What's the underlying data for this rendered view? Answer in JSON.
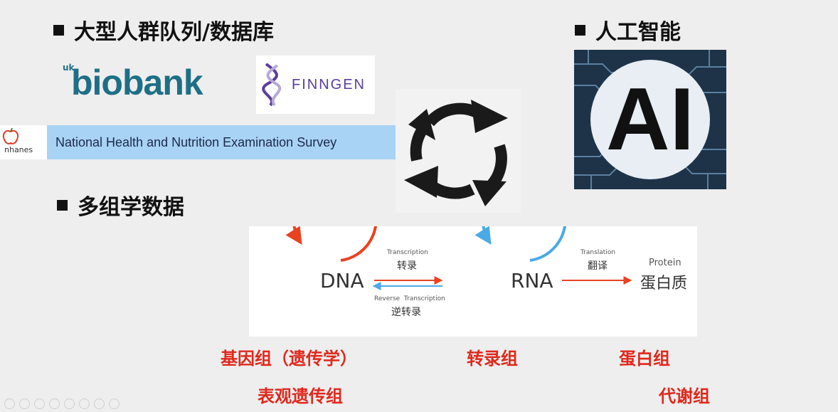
{
  "section_cohorts": {
    "title": "大型人群队列/数据库"
  },
  "section_ai": {
    "title": "人工智能",
    "image_text": "AI"
  },
  "section_omics": {
    "title": "多组学数据"
  },
  "logos": {
    "biobank_prefix": "uk",
    "biobank": "biobank",
    "finngen": "FINNGEN",
    "nhanes_short": "nhanes",
    "nhanes_full": "National Health and Nutrition Examination Survey"
  },
  "dogma": {
    "dna": "DNA",
    "rna": "RNA",
    "protein_en": "Protein",
    "protein_cn": "蛋白质",
    "transcription_en": "Transcription",
    "transcription_cn": "转录",
    "reverse_en": "Reverse  Transcription",
    "reverse_cn": "逆转录",
    "translation_en": "Translation",
    "translation_cn": "翻译"
  },
  "omics_labels": {
    "genome": "基因组（遗传学）",
    "epigenome": "表观遗传组",
    "transcriptome": "转录组",
    "proteome": "蛋白组",
    "metabolome": "代谢组"
  },
  "colors": {
    "red": "#e8421f",
    "blue": "#4aaae8",
    "caption_red": "#e0281c",
    "nhanes_band": "#a9d3f5",
    "biobank_teal": "#1e6f86",
    "finngen_purple": "#5a3d9c"
  }
}
